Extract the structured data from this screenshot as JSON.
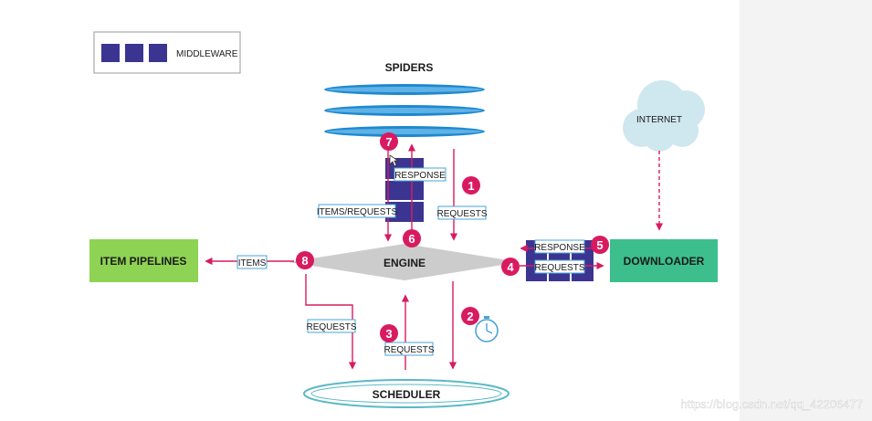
{
  "legend": {
    "label": "MIDDLEWARE"
  },
  "nodes": {
    "spiders": "SPIDERS",
    "engine": "ENGINE",
    "scheduler": "SCHEDULER",
    "downloader": "DOWNLOADER",
    "item_pipelines": "ITEM PIPELINES",
    "internet": "INTERNET"
  },
  "labels": {
    "response_top": "RESPONSE",
    "items_requests": "ITEMS/REQUESTS",
    "requests_top": "REQUESTS",
    "response_dl": "RESPONSE",
    "requests_dl": "REQUESTS",
    "items": "ITEMS",
    "requests_left": "REQUESTS",
    "requests_sched": "REQUESTS"
  },
  "steps": [
    "1",
    "2",
    "3",
    "4",
    "5",
    "6",
    "7",
    "8"
  ],
  "watermark": "https://blog.csdn.net/qq_42206477",
  "colors": {
    "middleware": "#3b3591",
    "arrow": "#d81b60",
    "step_badge": "#d81b60",
    "spider_disc": "#1e88d0",
    "engine": "#cccccc",
    "pipelines": "#8ed353",
    "downloader": "#3cbf8c",
    "internet": "#cfe7ef",
    "scheduler_ring": "#5bb8c6"
  }
}
